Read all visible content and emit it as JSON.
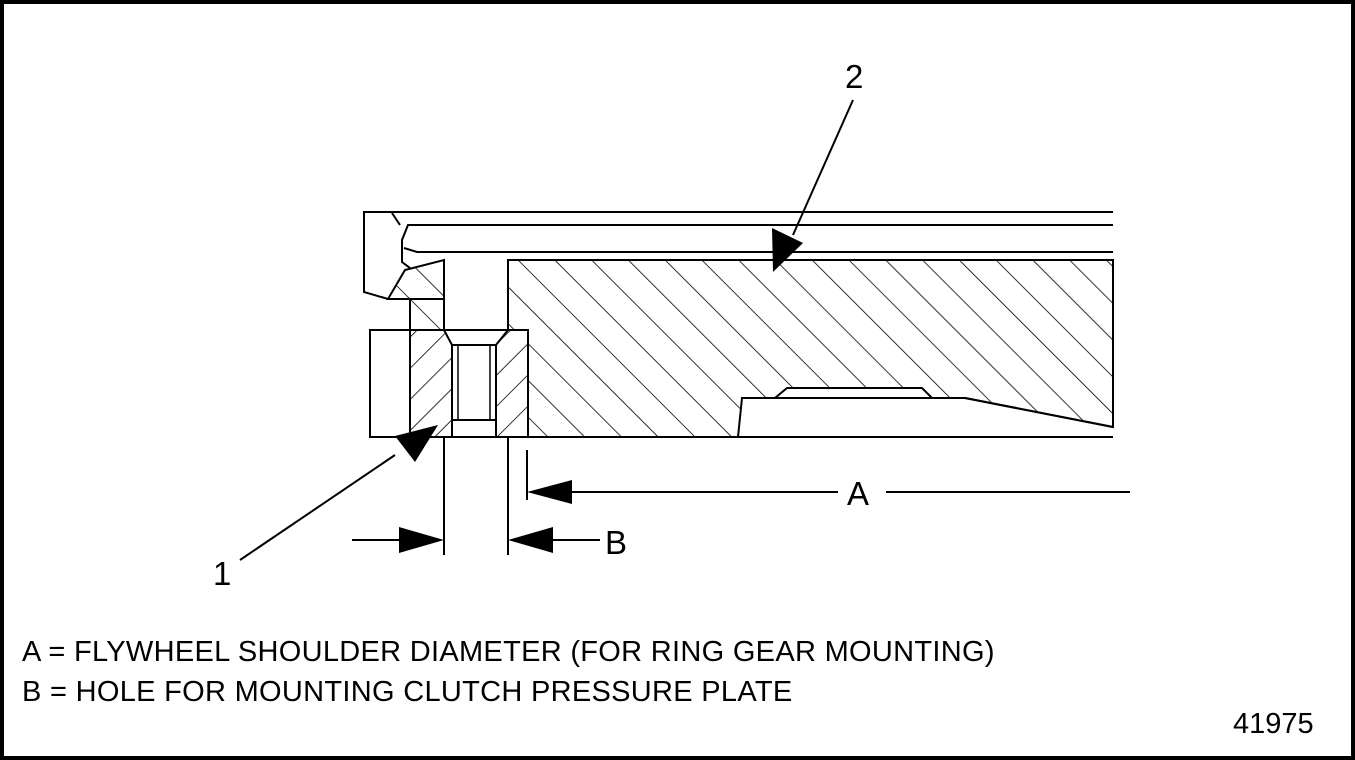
{
  "callouts": {
    "part_1": "1",
    "part_2": "2",
    "dim_a": "A",
    "dim_b": "B"
  },
  "legend": {
    "line_a": "A = FLYWHEEL SHOULDER DIAMETER (FOR RING GEAR MOUNTING)",
    "line_b": "B = HOLE FOR MOUNTING CLUTCH PRESSURE PLATE"
  },
  "figure_number": "41975"
}
